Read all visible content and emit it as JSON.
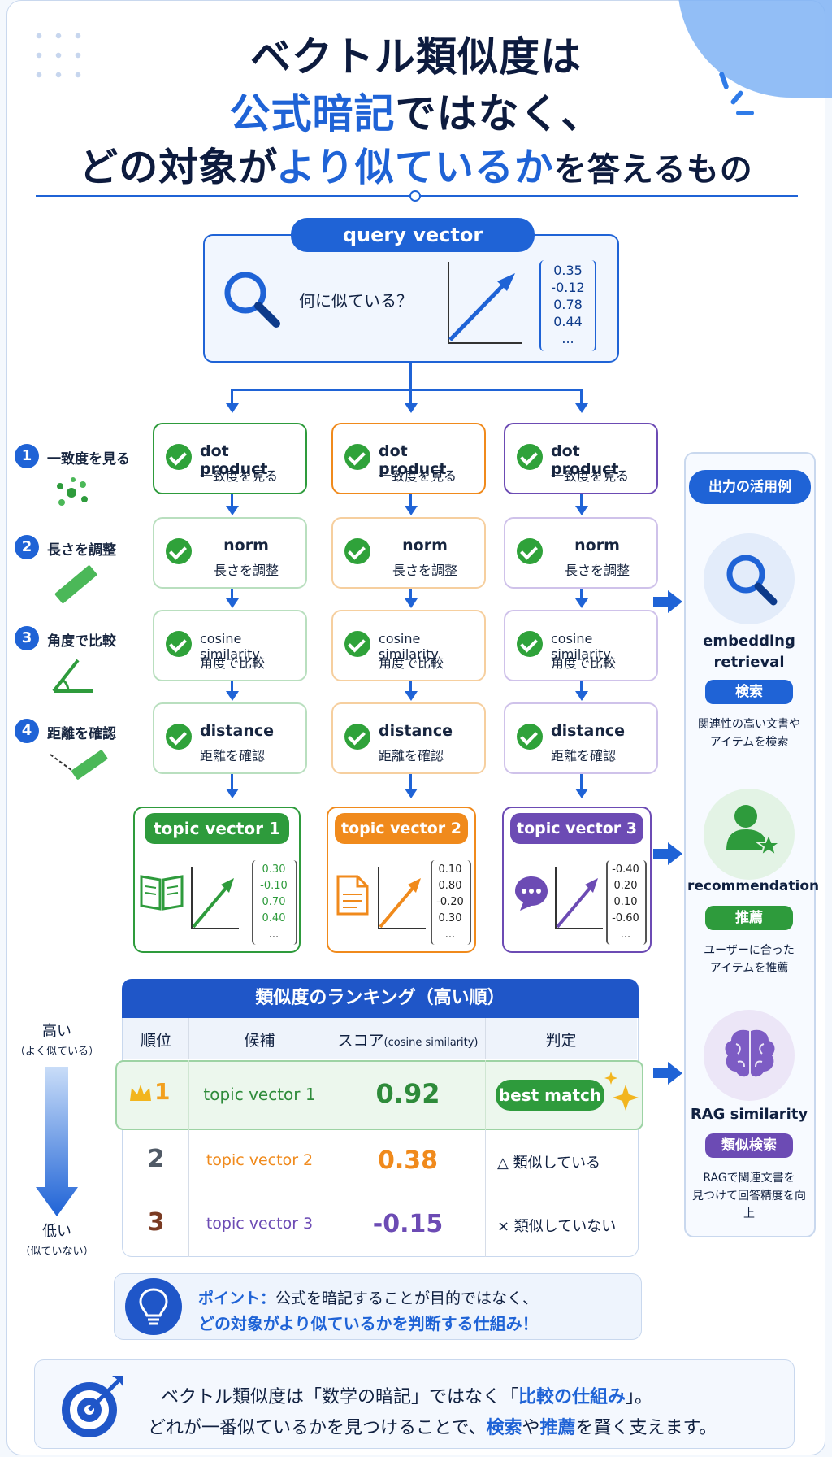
{
  "title": {
    "line1": "ベクトル類似度は",
    "line2a": "公式暗記",
    "line2b": "ではなく、",
    "line3a": "どの対象が",
    "line3b": "より似ているか",
    "line3c": "を答えるもの"
  },
  "query": {
    "header": "query vector",
    "question": "何に似ている？",
    "values": [
      "0.35",
      "-0.12",
      "0.78",
      "0.44",
      "..."
    ]
  },
  "steps": [
    {
      "num": "1",
      "label": "一致度を見る",
      "title": "dot product",
      "sub": "一致度を見る"
    },
    {
      "num": "2",
      "label": "長さを調整",
      "title": "norm",
      "sub": "長さを調整"
    },
    {
      "num": "3",
      "label": "角度で比較",
      "title": "cosine similarity",
      "sub": "角度で比較"
    },
    {
      "num": "4",
      "label": "距離を確認",
      "title": "distance",
      "sub": "距離を確認"
    }
  ],
  "topics": [
    {
      "name": "topic vector 1",
      "values": [
        "0.30",
        "-0.10",
        "0.70",
        "0.40",
        "..."
      ],
      "color": "#2e9b3c"
    },
    {
      "name": "topic vector 2",
      "values": [
        "0.10",
        "0.80",
        "-0.20",
        "0.30",
        "..."
      ],
      "color": "#f08a1c"
    },
    {
      "name": "topic vector 3",
      "values": [
        "-0.40",
        "0.20",
        "0.10",
        "-0.60",
        "..."
      ],
      "color": "#6c4bb4"
    }
  ],
  "ranking": {
    "title": "類似度のランキング（高い順）",
    "headers": {
      "rank": "順位",
      "candidate": "候補",
      "score": "スコア",
      "score_note": "(cosine similarity)",
      "judge": "判定"
    },
    "high": "高い",
    "high_note": "（よく似ている）",
    "low": "低い",
    "low_note": "（似ていない）",
    "rows": [
      {
        "rank": "1",
        "name": "topic vector 1",
        "score": "0.92",
        "judge": "best match"
      },
      {
        "rank": "2",
        "name": "topic vector 2",
        "score": "0.38",
        "judge": "△ 類似している"
      },
      {
        "rank": "3",
        "name": "topic vector 3",
        "score": "-0.15",
        "judge": "× 類似していない"
      }
    ]
  },
  "uses": {
    "header": "出力の活用例",
    "items": [
      {
        "title": "embedding\nretrieval",
        "tag": "検索",
        "desc": "関連性の高い文書や\nアイテムを検索",
        "color": "#1f63d6"
      },
      {
        "title": "recommendation",
        "tag": "推薦",
        "desc": "ユーザーに合った\nアイテムを推薦",
        "color": "#2e9b3c"
      },
      {
        "title": "RAG similarity",
        "tag": "類似検索",
        "desc": "RAGで関連文書を\n見つけて回答精度を向上",
        "color": "#6c4bb4"
      }
    ]
  },
  "point": {
    "label": "ポイント：",
    "line1": "公式を暗記することが目的ではなく、",
    "line2": "どの対象がより似ているかを判断する仕組み！"
  },
  "footer": {
    "line1a": "ベクトル類似度は「数学の暗記」ではなく「",
    "line1b": "比較の仕組み",
    "line1c": "」。",
    "line2a": "どれが一番似ているかを見つけることで、",
    "line2b": "検索",
    "line2c": "や",
    "line2d": "推薦",
    "line2e": "を賢く支えます。"
  }
}
